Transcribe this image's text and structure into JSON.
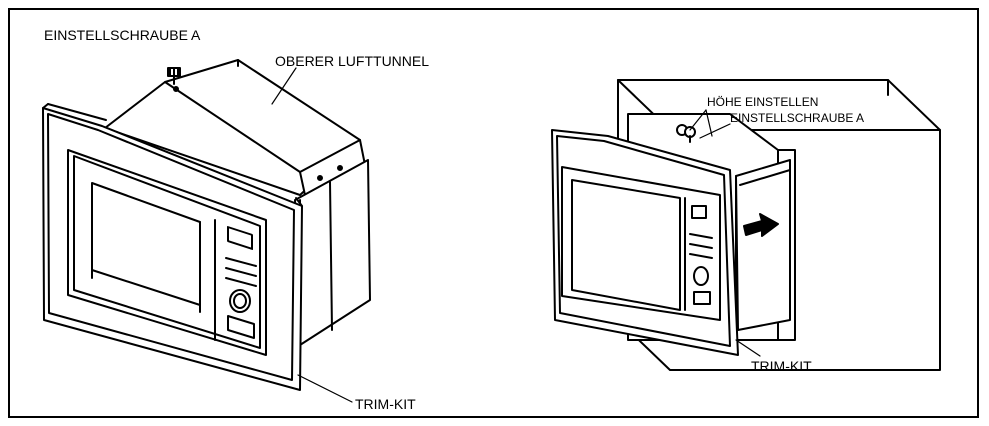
{
  "left_figure": {
    "label_screw": "EINSTELLSCHRAUBE A",
    "label_tunnel": "OBERER LUFTTUNNEL",
    "label_trim": "TRIM-KIT"
  },
  "right_figure": {
    "label_height": "HÖHE EINSTELLEN",
    "label_screw": "EINSTELLSCHRAUBE A",
    "label_trim": "TRIM-KIT"
  },
  "colors": {
    "line": "#000000",
    "background": "#ffffff",
    "shade": "#d9d9d9",
    "dark": "#1a1a1a"
  }
}
